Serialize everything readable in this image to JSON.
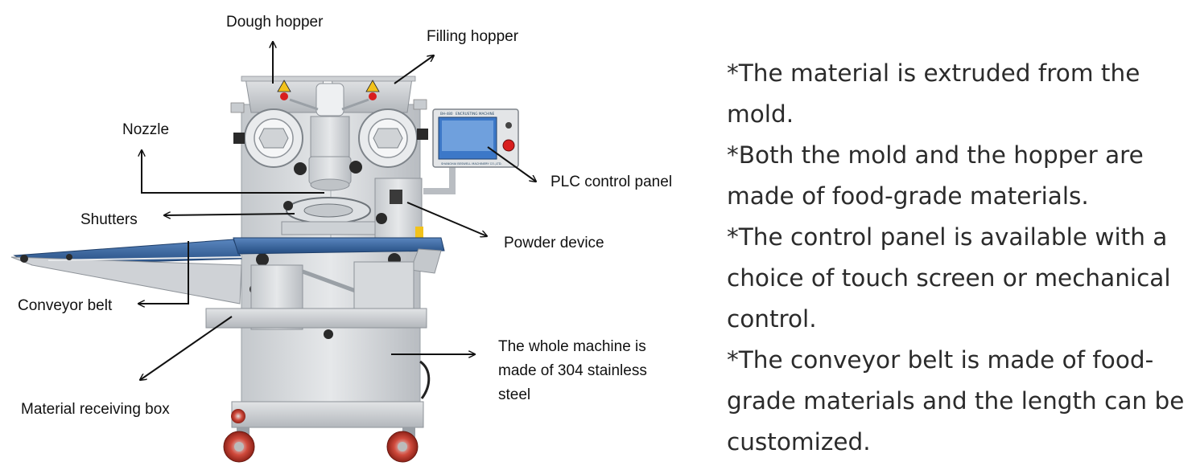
{
  "callouts": {
    "dough_hopper": "Dough hopper",
    "filling_hopper": "Filling hopper",
    "nozzle": "Nozzle",
    "plc_panel": "PLC control panel",
    "shutters": "Shutters",
    "powder_device": "Powder device",
    "conveyor_belt": "Conveyor belt",
    "whole_machine": [
      "The whole machine is",
      "made of 304 stainless",
      "steel"
    ],
    "receiving_box": "Material receiving box"
  },
  "panel_screen_text": {
    "model": "BH-480",
    "title": "ENCRUSTING MACHINE",
    "maker": "SHANGHAI BESWELL MACHINERY CO.,LTD."
  },
  "features": [
    "*The material is extruded from the mold.",
    "*Both the mold and the hopper are made of food-grade materials.",
    "*The control panel is available with a choice of touch screen or mechanical control.",
    "*The conveyor belt is made of food-grade materials and the length can be customized."
  ],
  "colors": {
    "steel_light": "#d9dcdf",
    "steel_mid": "#b9bdc2",
    "steel_dark": "#8e9399",
    "belt_blue": "#2f5f9a",
    "knob": "#2a2a2a",
    "warning_yellow": "#f2c21b",
    "stop_red": "#d81e1e",
    "screen_blue": "#3c78c8",
    "wheel_red": "#c0392b"
  }
}
